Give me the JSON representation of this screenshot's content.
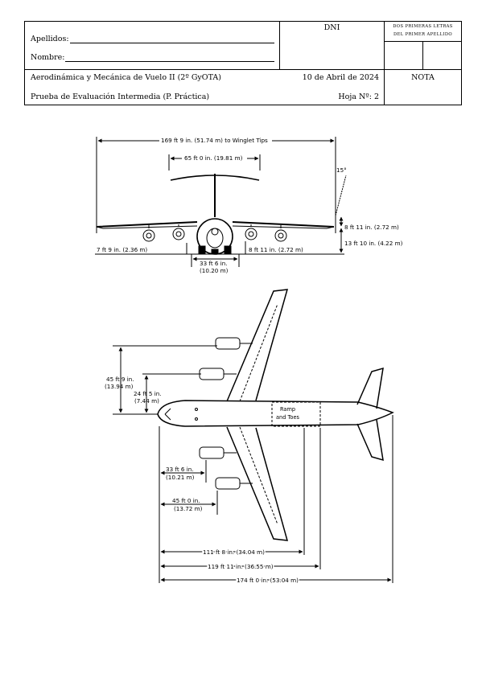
{
  "header": {
    "surname_label": "Apellidos:",
    "name_label": "Nombre:",
    "dni_label": "DNI",
    "initials_label_line1": "DOS PRIMERAS LETRAS",
    "initials_label_line2": "DEL PRIMER APELLIDO",
    "course": "Aerodinámica y Mecánica de Vuelo II (2º GyOTA)",
    "date": "10 de Abril de 2024",
    "grade_label": "NOTA",
    "exam": "Prueba de Evaluación Intermedia (P. Práctica)",
    "sheet": "Hoja Nº: 2"
  },
  "figure": {
    "front_view": {
      "span_label": "169 ft 9 in. (51.74 m) to Winglet Tips",
      "tail_span_label": "65 ft 0 in. (19.81 m)",
      "dihedral_label": "15°",
      "height_wing_label": "8 ft 11 in. (2.72 m)",
      "height_total_label": "13 ft 10 in. (4.22 m)",
      "ground_clearance_label": "7 ft 9 in. (2.36 m)",
      "engine_height_label": "8 ft 11 in. (2.72 m)",
      "gear_track_label": "33 ft 6 in.",
      "gear_track_label_m": "(10.20 m)"
    },
    "top_view": {
      "engine_outer_label": "45 ft 9 in.",
      "engine_outer_label_m": "(13.94 m)",
      "engine_inner_label": "24 ft 5 in.",
      "engine_inner_label_m": "(7.44 m)",
      "inner_engine_x_label": "33 ft 6 in.",
      "inner_engine_x_label_m": "(10.21 m)",
      "outer_engine_x_label": "45 ft 0 in.",
      "outer_engine_x_label_m": "(13.72 m)",
      "ramp_label_1": "Ramp",
      "ramp_label_2": "and Toes",
      "len1_label": "111 ft 8 in. (34.04 m)",
      "len2_label": "119 ft 11 in. (36.55 m)",
      "len3_label": "174 ft 0 in. (53.04 m)"
    }
  }
}
